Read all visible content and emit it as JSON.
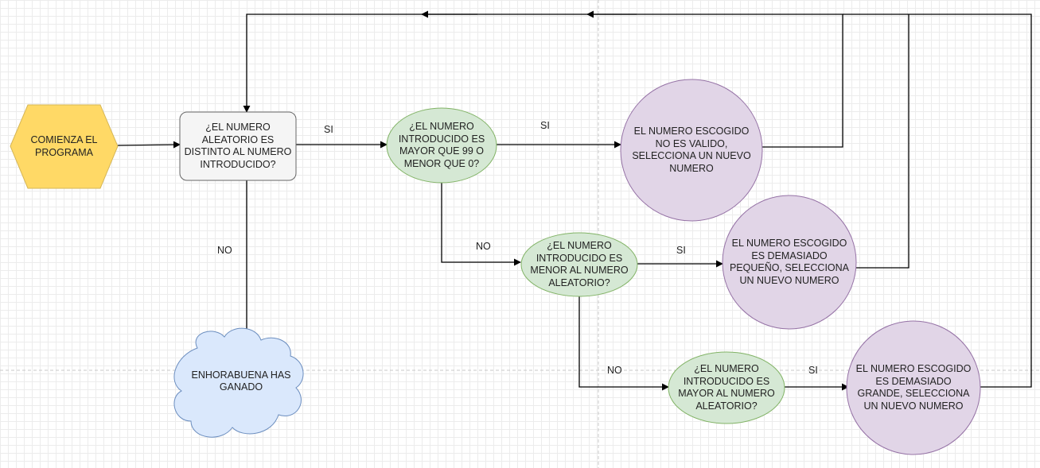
{
  "nodes": {
    "start": "COMIENZA EL\nPROGRAMA",
    "q_distinto": "¿EL NUMERO\nALEATORIO ES\nDISTINTO AL NUMERO\nINTRODUCIDO?",
    "q_rango": "¿EL NUMERO\nINTRODUCIDO ES\nMAYOR QUE 99 O\nMENOR QUE 0?",
    "q_menor": "¿EL NUMERO\nINTRODUCIDO ES\nMENOR AL NUMERO\nALEATORIO?",
    "q_mayor": "¿EL NUMERO\nINTRODUCIDO ES\nMAYOR AL NUMERO\nALEATORIO?",
    "msg_invalido": "EL NUMERO ESCOGIDO\nNO ES VALIDO,\nSELECCIONA UN NUEVO\nNUMERO",
    "msg_pequeno": "EL NUMERO ESCOGIDO\nES DEMASIADO\nPEQUEÑO, SELECCIONA\nUN NUEVO NUMERO",
    "msg_grande": "EL NUMERO ESCOGIDO\nES DEMASIADO\nGRANDE, SELECCIONA\nUN NUEVO NUMERO",
    "ganado": "ENHORABUENA HAS\nGANADO"
  },
  "edges": {
    "si_1": "SI",
    "si_2": "SI",
    "si_3": "SI",
    "si_4": "SI",
    "no_1": "NO",
    "no_2": "NO",
    "no_3": "NO"
  },
  "colors": {
    "start_fill": "#ffd966",
    "start_stroke": "#d6b656",
    "process_fill": "#f5f5f5",
    "process_stroke": "#666666",
    "decision_fill": "#d5e8d4",
    "decision_stroke": "#82b366",
    "message_fill": "#e1d5e7",
    "message_stroke": "#9673a6",
    "end_fill": "#dae8fc",
    "end_stroke": "#6c8ebf"
  }
}
